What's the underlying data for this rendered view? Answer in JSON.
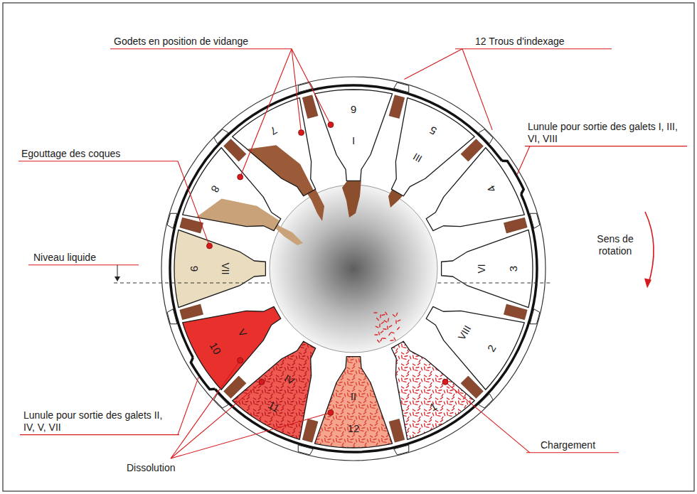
{
  "diagram": {
    "nodes": [
      {
        "text": [
          "1"
        ]
      },
      {
        "text": [
          "2",
          "VIII"
        ]
      },
      {
        "text": [
          "3",
          "VI"
        ]
      },
      {
        "text": [
          "4"
        ]
      },
      {
        "text": [
          "5",
          "III"
        ]
      },
      {
        "text": [
          "6",
          "I"
        ]
      },
      {
        "text": [
          "7"
        ]
      },
      {
        "text": [
          "8"
        ]
      },
      {
        "text": [
          "9",
          "VII"
        ]
      },
      {
        "text": [
          "10",
          "V"
        ]
      },
      {
        "text": [
          "11",
          "IV"
        ]
      },
      {
        "text": [
          "12",
          "II"
        ]
      }
    ],
    "labels": [
      "Godets en position de vidange",
      "12 Trous d'indexage",
      "Lunule pour sortie des galets I, III, VI, VIII",
      "Egouttage des coques",
      "Niveau liquide",
      "Sens de rotation",
      "Lunule pour sortie des galets II, IV, V, VII",
      "Dissolution",
      "Chargement"
    ]
  }
}
